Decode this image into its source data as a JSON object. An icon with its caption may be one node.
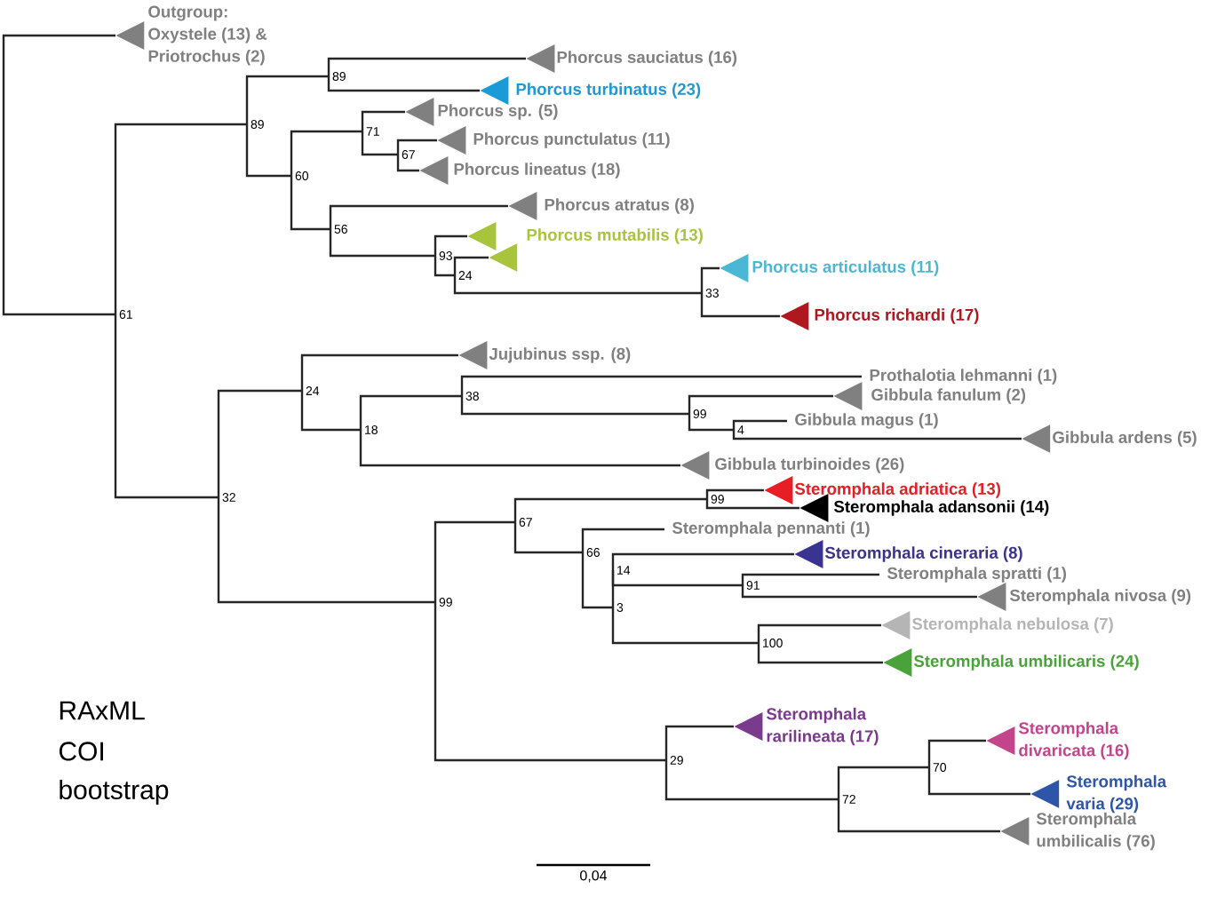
{
  "diagram": {
    "nodes": [
      {
        "text": [
          "Outgroup: Oxystele (13) & Priotrochus (2)"
        ]
      },
      {
        "text": [
          "61"
        ]
      },
      {
        "text": [
          "89"
        ]
      },
      {
        "text": [
          "89"
        ]
      },
      {
        "text": [
          "Phorcus sauciatus (16)"
        ]
      },
      {
        "text": [
          "Phorcus turbinatus (23)"
        ]
      },
      {
        "text": [
          "60"
        ]
      },
      {
        "text": [
          "71"
        ]
      },
      {
        "text": [
          "Phorcus sp. (5)"
        ]
      },
      {
        "text": [
          "67"
        ]
      },
      {
        "text": [
          "Phorcus punctulatus (11)"
        ]
      },
      {
        "text": [
          "Phorcus lineatus (18)"
        ]
      },
      {
        "text": [
          "56"
        ]
      },
      {
        "text": [
          "Phorcus atratus (8)"
        ]
      },
      {
        "text": [
          "93"
        ]
      },
      {
        "text": [
          "Phorcus mutabilis (13)"
        ]
      },
      {
        "text": [
          "24"
        ]
      },
      {
        "text": [],
        "shape": "triangle"
      },
      {
        "text": [
          "33"
        ]
      },
      {
        "text": [
          "Phorcus articulatus (11)"
        ]
      },
      {
        "text": [
          "Phorcus richardi (17)"
        ]
      },
      {
        "text": [
          "32"
        ]
      },
      {
        "text": [
          "24"
        ]
      },
      {
        "text": [
          "Jujubinus ssp. (8)"
        ]
      },
      {
        "text": [
          "18"
        ]
      },
      {
        "text": [
          "38"
        ]
      },
      {
        "text": [
          "Prothalotia lehmanni (1)"
        ]
      },
      {
        "text": [
          "99"
        ]
      },
      {
        "text": [
          "Gibbula fanulum (2)"
        ]
      },
      {
        "text": [
          "4"
        ]
      },
      {
        "text": [
          "Gibbula magus (1)"
        ]
      },
      {
        "text": [
          "Gibbula ardens (5)"
        ]
      },
      {
        "text": [
          "Gibbula turbinoides (26)"
        ]
      },
      {
        "text": [
          "99"
        ]
      },
      {
        "text": [
          "67"
        ]
      },
      {
        "text": [
          "99"
        ]
      },
      {
        "text": [
          "Steromphala adriatica (13)"
        ]
      },
      {
        "text": [
          "Steromphala adansonii (14)"
        ]
      },
      {
        "text": [
          "66"
        ]
      },
      {
        "text": [
          "Steromphala pennanti (1)"
        ]
      },
      {
        "text": [
          "3"
        ]
      },
      {
        "text": [
          "14"
        ]
      },
      {
        "text": [
          "Steromphala cineraria (8)"
        ]
      },
      {
        "text": [
          "91"
        ]
      },
      {
        "text": [
          "Steromphala spratti (1)"
        ]
      },
      {
        "text": [
          "Steromphala nivosa (9)"
        ]
      },
      {
        "text": [
          "100"
        ]
      },
      {
        "text": [
          "Steromphala nebulosa (7)"
        ]
      },
      {
        "text": [
          "Steromphala umbilicaris (24)"
        ]
      },
      {
        "text": [
          "29"
        ]
      },
      {
        "text": [
          "Steromphala rarilineata (17)"
        ]
      },
      {
        "text": [
          "72"
        ]
      },
      {
        "text": [
          "70"
        ]
      },
      {
        "text": [
          "Steromphala divaricata (16)"
        ]
      },
      {
        "text": [
          "Steromphala varia (29)"
        ]
      },
      {
        "text": [
          "Steromphala umbilicalis (76)"
        ]
      }
    ],
    "edges": [
      {
        "from": 0,
        "to": 1,
        "arrow": "none"
      },
      {
        "from": 1,
        "to": 2,
        "arrow": "none"
      },
      {
        "from": 1,
        "to": 21,
        "arrow": "none"
      },
      {
        "from": 2,
        "to": 3,
        "arrow": "none"
      },
      {
        "from": 2,
        "to": 6,
        "arrow": "none"
      },
      {
        "from": 3,
        "to": 4,
        "arrow": "none"
      },
      {
        "from": 3,
        "to": 5,
        "arrow": "none"
      },
      {
        "from": 6,
        "to": 7,
        "arrow": "none"
      },
      {
        "from": 6,
        "to": 12,
        "arrow": "none"
      },
      {
        "from": 7,
        "to": 8,
        "arrow": "none"
      },
      {
        "from": 7,
        "to": 9,
        "arrow": "none"
      },
      {
        "from": 9,
        "to": 10,
        "arrow": "none"
      },
      {
        "from": 9,
        "to": 11,
        "arrow": "none"
      },
      {
        "from": 12,
        "to": 13,
        "arrow": "none"
      },
      {
        "from": 12,
        "to": 14,
        "arrow": "none"
      },
      {
        "from": 14,
        "to": 15,
        "arrow": "none"
      },
      {
        "from": 14,
        "to": 16,
        "arrow": "none"
      },
      {
        "from": 16,
        "to": 17,
        "arrow": "none"
      },
      {
        "from": 16,
        "to": 18,
        "arrow": "none"
      },
      {
        "from": 18,
        "to": 19,
        "arrow": "none"
      },
      {
        "from": 18,
        "to": 20,
        "arrow": "none"
      },
      {
        "from": 21,
        "to": 22,
        "arrow": "none"
      },
      {
        "from": 21,
        "to": 33,
        "arrow": "none"
      },
      {
        "from": 22,
        "to": 23,
        "arrow": "none"
      },
      {
        "from": 22,
        "to": 24,
        "arrow": "none"
      },
      {
        "from": 24,
        "to": 25,
        "arrow": "none"
      },
      {
        "from": 24,
        "to": 32,
        "arrow": "none"
      },
      {
        "from": 25,
        "to": 26,
        "arrow": "none"
      },
      {
        "from": 25,
        "to": 27,
        "arrow": "none"
      },
      {
        "from": 27,
        "to": 28,
        "arrow": "none"
      },
      {
        "from": 27,
        "to": 29,
        "arrow": "none"
      },
      {
        "from": 29,
        "to": 30,
        "arrow": "none"
      },
      {
        "from": 29,
        "to": 31,
        "arrow": "none"
      },
      {
        "from": 33,
        "to": 34,
        "arrow": "none"
      },
      {
        "from": 33,
        "to": 49,
        "arrow": "none"
      },
      {
        "from": 34,
        "to": 35,
        "arrow": "none"
      },
      {
        "from": 34,
        "to": 38,
        "arrow": "none"
      },
      {
        "from": 35,
        "to": 36,
        "arrow": "none"
      },
      {
        "from": 35,
        "to": 37,
        "arrow": "none"
      },
      {
        "from": 38,
        "to": 39,
        "arrow": "none"
      },
      {
        "from": 38,
        "to": 40,
        "arrow": "none"
      },
      {
        "from": 40,
        "to": 41,
        "arrow": "none"
      },
      {
        "from": 40,
        "to": 46,
        "arrow": "none"
      },
      {
        "from": 41,
        "to": 42,
        "arrow": "none"
      },
      {
        "from": 41,
        "to": 43,
        "arrow": "none"
      },
      {
        "from": 43,
        "to": 44,
        "arrow": "none"
      },
      {
        "from": 43,
        "to": 45,
        "arrow": "none"
      },
      {
        "from": 46,
        "to": 47,
        "arrow": "none"
      },
      {
        "from": 46,
        "to": 48,
        "arrow": "none"
      },
      {
        "from": 49,
        "to": 50,
        "arrow": "none"
      },
      {
        "from": 49,
        "to": 51,
        "arrow": "none"
      },
      {
        "from": 51,
        "to": 52,
        "arrow": "none"
      },
      {
        "from": 51,
        "to": 55,
        "arrow": "none"
      },
      {
        "from": 52,
        "to": 53,
        "arrow": "none"
      },
      {
        "from": 52,
        "to": 54,
        "arrow": "none"
      }
    ],
    "labels": [
      "RAxML",
      "COI",
      "bootstrap",
      "0,04"
    ]
  }
}
